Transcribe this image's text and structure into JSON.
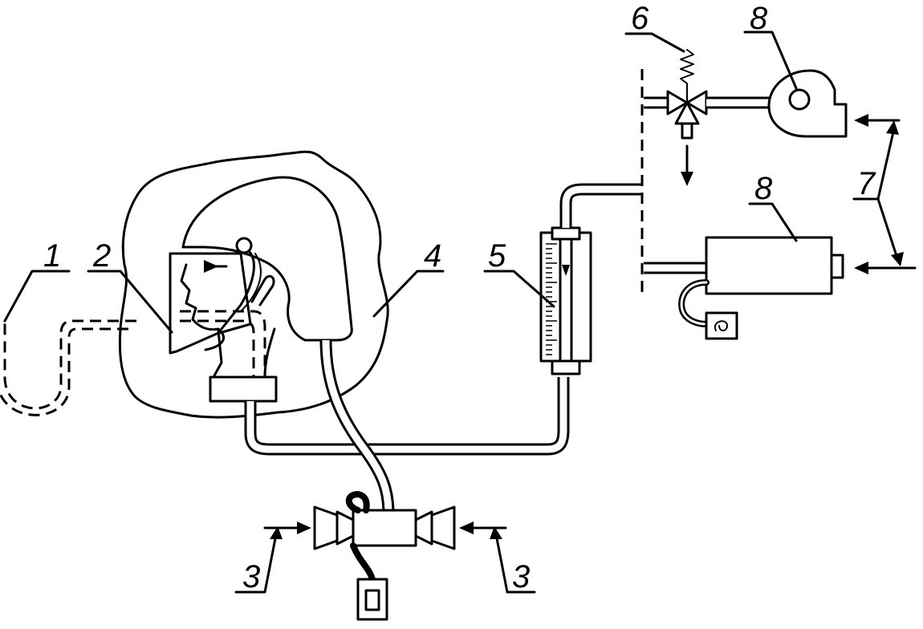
{
  "labels": {
    "n1": "1",
    "n2": "2",
    "n3a": "3",
    "n3b": "3",
    "n4": "4",
    "n5": "5",
    "n6": "6",
    "n7": "7",
    "n8a": "8",
    "n8b": "8"
  }
}
